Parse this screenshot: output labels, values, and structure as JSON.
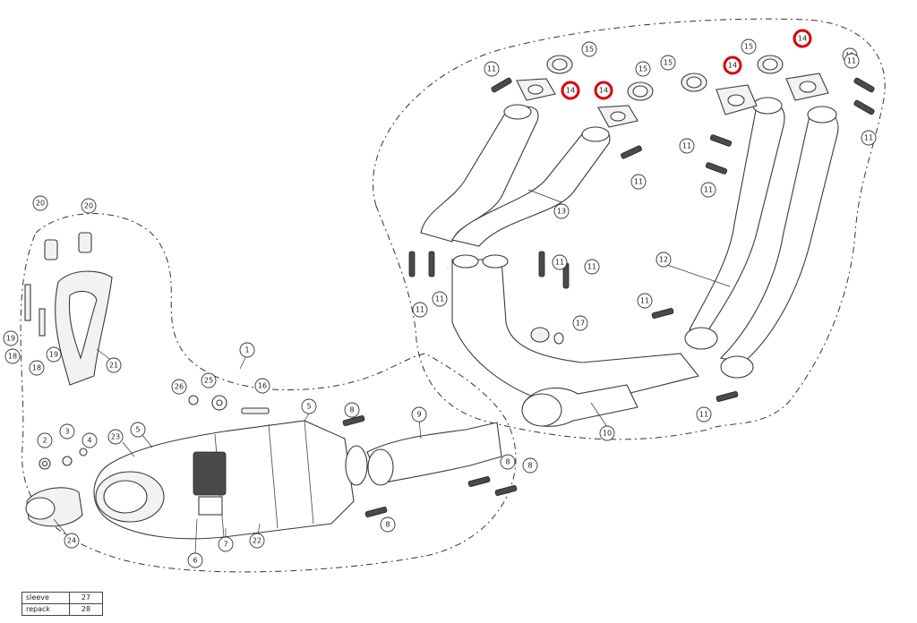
{
  "diagram": {
    "callouts": [
      {
        "label": "1",
        "highlight": false
      },
      {
        "label": "2",
        "highlight": false
      },
      {
        "label": "3",
        "highlight": false
      },
      {
        "label": "4",
        "highlight": false
      },
      {
        "label": "5",
        "highlight": false
      },
      {
        "label": "5",
        "highlight": false
      },
      {
        "label": "6",
        "highlight": false
      },
      {
        "label": "7",
        "highlight": false
      },
      {
        "label": "8",
        "highlight": false
      },
      {
        "label": "8",
        "highlight": false
      },
      {
        "label": "8",
        "highlight": false
      },
      {
        "label": "8",
        "highlight": false
      },
      {
        "label": "9",
        "highlight": false
      },
      {
        "label": "10",
        "highlight": false
      },
      {
        "label": "11",
        "highlight": false
      },
      {
        "label": "11",
        "highlight": false
      },
      {
        "label": "11",
        "highlight": false
      },
      {
        "label": "11",
        "highlight": false
      },
      {
        "label": "11",
        "highlight": false
      },
      {
        "label": "11",
        "highlight": false
      },
      {
        "label": "11",
        "highlight": false
      },
      {
        "label": "11",
        "highlight": false
      },
      {
        "label": "11",
        "highlight": false
      },
      {
        "label": "11",
        "highlight": false
      },
      {
        "label": "11",
        "highlight": false
      },
      {
        "label": "11",
        "highlight": false
      },
      {
        "label": "11",
        "highlight": false
      },
      {
        "label": "11",
        "highlight": false
      },
      {
        "label": "11",
        "highlight": false
      },
      {
        "label": "12",
        "highlight": false
      },
      {
        "label": "13",
        "highlight": false
      },
      {
        "label": "14",
        "highlight": true
      },
      {
        "label": "14",
        "highlight": true
      },
      {
        "label": "14",
        "highlight": true
      },
      {
        "label": "14",
        "highlight": true
      },
      {
        "label": "15",
        "highlight": false
      },
      {
        "label": "15",
        "highlight": false
      },
      {
        "label": "15",
        "highlight": false
      },
      {
        "label": "15",
        "highlight": false
      },
      {
        "label": "16",
        "highlight": false
      },
      {
        "label": "17",
        "highlight": false
      },
      {
        "label": "18",
        "highlight": false
      },
      {
        "label": "18",
        "highlight": false
      },
      {
        "label": "19",
        "highlight": false
      },
      {
        "label": "19",
        "highlight": false
      },
      {
        "label": "20",
        "highlight": false
      },
      {
        "label": "20",
        "highlight": false
      },
      {
        "label": "21",
        "highlight": false
      },
      {
        "label": "22",
        "highlight": false
      },
      {
        "label": "23",
        "highlight": false
      },
      {
        "label": "24",
        "highlight": false
      },
      {
        "label": "25",
        "highlight": false
      },
      {
        "label": "26",
        "highlight": false
      }
    ]
  },
  "legend": {
    "rows": [
      {
        "label": "sleeve",
        "number": "27"
      },
      {
        "label": "repack",
        "number": "28"
      }
    ]
  },
  "colors": {
    "highlight": "#d8000c",
    "line": "#3a3a3a",
    "background": "#ffffff"
  }
}
